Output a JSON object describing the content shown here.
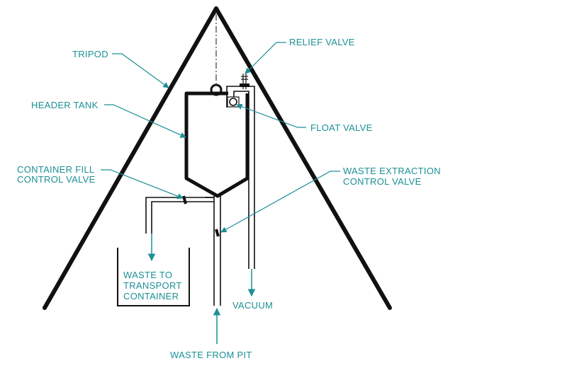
{
  "colors": {
    "label": "#1c8f96",
    "leader": "#1c8f96",
    "structure": "#111111"
  },
  "labels": {
    "tripod": "TRIPOD",
    "relief_valve": "RELIEF VALVE",
    "header_tank": "HEADER TANK",
    "float_valve": "FLOAT VALVE",
    "container_fill_valve": [
      "CONTAINER FILL",
      "CONTROL VALVE"
    ],
    "waste_extraction_valve": [
      "WASTE EXTRACTION",
      "CONTROL VALVE"
    ],
    "waste_to_container": [
      "WASTE TO",
      "TRANSPORT",
      "CONTAINER"
    ],
    "vacuum": "VACUUM",
    "waste_from_pit": "WASTE FROM PIT"
  }
}
